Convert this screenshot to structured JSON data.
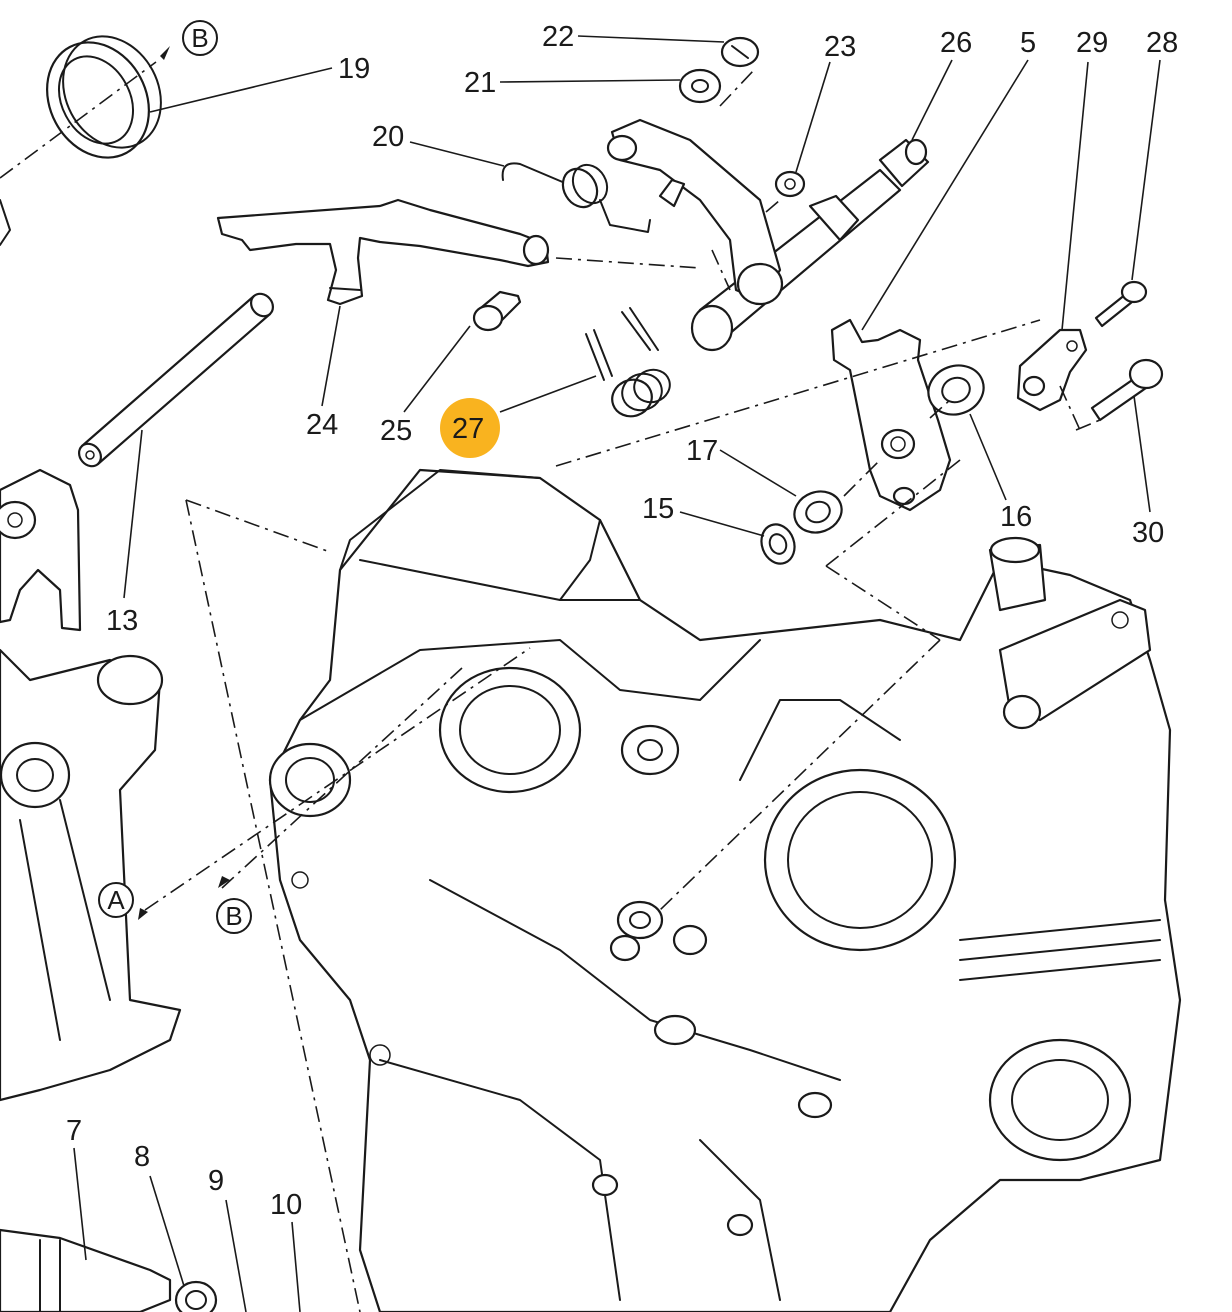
{
  "diagram": {
    "highlight_color": "#f9b31f",
    "line_color": "#1a1a1a",
    "background": "#ffffff",
    "callouts": [
      {
        "id": "c22",
        "text": "22"
      },
      {
        "id": "c21",
        "text": "21"
      },
      {
        "id": "c23",
        "text": "23"
      },
      {
        "id": "c26",
        "text": "26"
      },
      {
        "id": "c5",
        "text": "5"
      },
      {
        "id": "c29",
        "text": "29"
      },
      {
        "id": "c28",
        "text": "28"
      },
      {
        "id": "c19",
        "text": "19"
      },
      {
        "id": "c20",
        "text": "20"
      },
      {
        "id": "c24",
        "text": "24"
      },
      {
        "id": "c25",
        "text": "25"
      },
      {
        "id": "c27",
        "text": "27",
        "highlighted": true
      },
      {
        "id": "c17",
        "text": "17"
      },
      {
        "id": "c15",
        "text": "15"
      },
      {
        "id": "c16",
        "text": "16"
      },
      {
        "id": "c30",
        "text": "30"
      },
      {
        "id": "c13",
        "text": "13"
      },
      {
        "id": "c7",
        "text": "7"
      },
      {
        "id": "c8",
        "text": "8"
      },
      {
        "id": "c9",
        "text": "9"
      },
      {
        "id": "c10",
        "text": "10"
      }
    ],
    "reference_markers": [
      {
        "id": "refB-top",
        "text": "B"
      },
      {
        "id": "refA",
        "text": "A"
      },
      {
        "id": "refB-bottom",
        "text": "B"
      }
    ]
  }
}
